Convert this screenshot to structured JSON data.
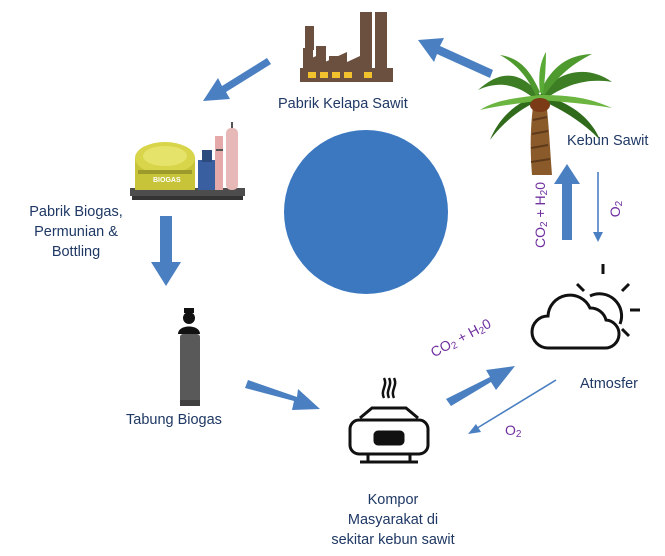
{
  "nodes": {
    "factory": "Pabrik Kelapa  Sawit",
    "plantation": "Kebun Sawit",
    "biogas_plant": [
      "Pabrik Biogas,",
      "Permunian &",
      "Bottling"
    ],
    "cylinder": "Tabung Biogas",
    "stove": [
      "Kompor",
      "Masyarakat di",
      "sekitar kebun sawit"
    ],
    "atmosphere": "Atmosfer"
  },
  "flows": {
    "co2": "CO",
    "co2_sub": "2",
    "plus": " + H",
    "h2o_sub": "2",
    "o_tail": "0",
    "o2": "O",
    "o2_sub": "2"
  },
  "labels": {
    "biogas_tank_text": "BIOGAS"
  },
  "colors": {
    "arrow_blue": "#4a7fc1",
    "circle_blue": "#3c78bf",
    "label_navy": "#1f3864",
    "flow_purple": "#7030a0"
  }
}
